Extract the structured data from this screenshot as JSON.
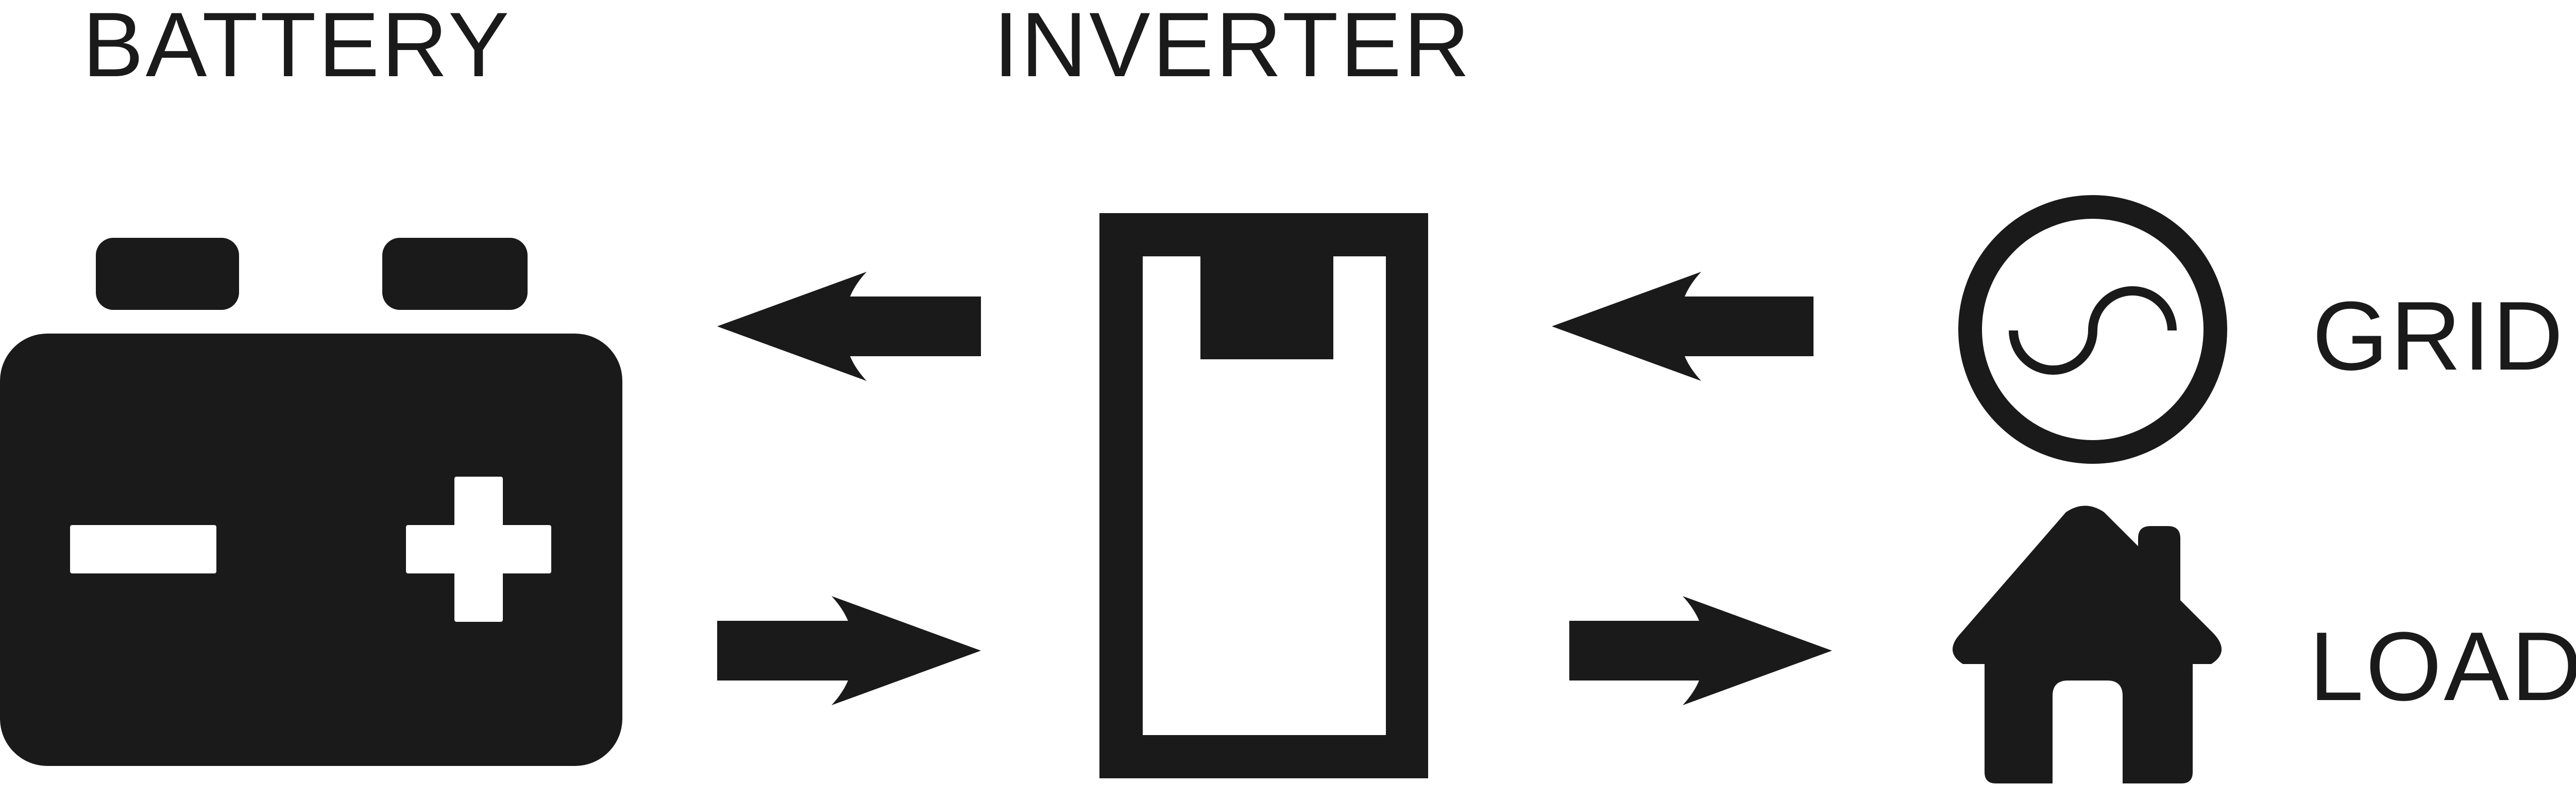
{
  "labels": {
    "battery": "BATTERY",
    "inverter": "INVERTER",
    "grid": "GRID",
    "load": "LOAD"
  },
  "icons": {
    "battery": "battery-icon",
    "inverter": "inverter-icon",
    "grid": "grid-ac-icon",
    "load": "house-icon",
    "arrows": [
      "arrow-left-icon",
      "arrow-left-icon",
      "arrow-right-icon",
      "arrow-right-icon"
    ]
  },
  "colors": {
    "ink": "#1a1a1a",
    "background": "#ffffff"
  }
}
